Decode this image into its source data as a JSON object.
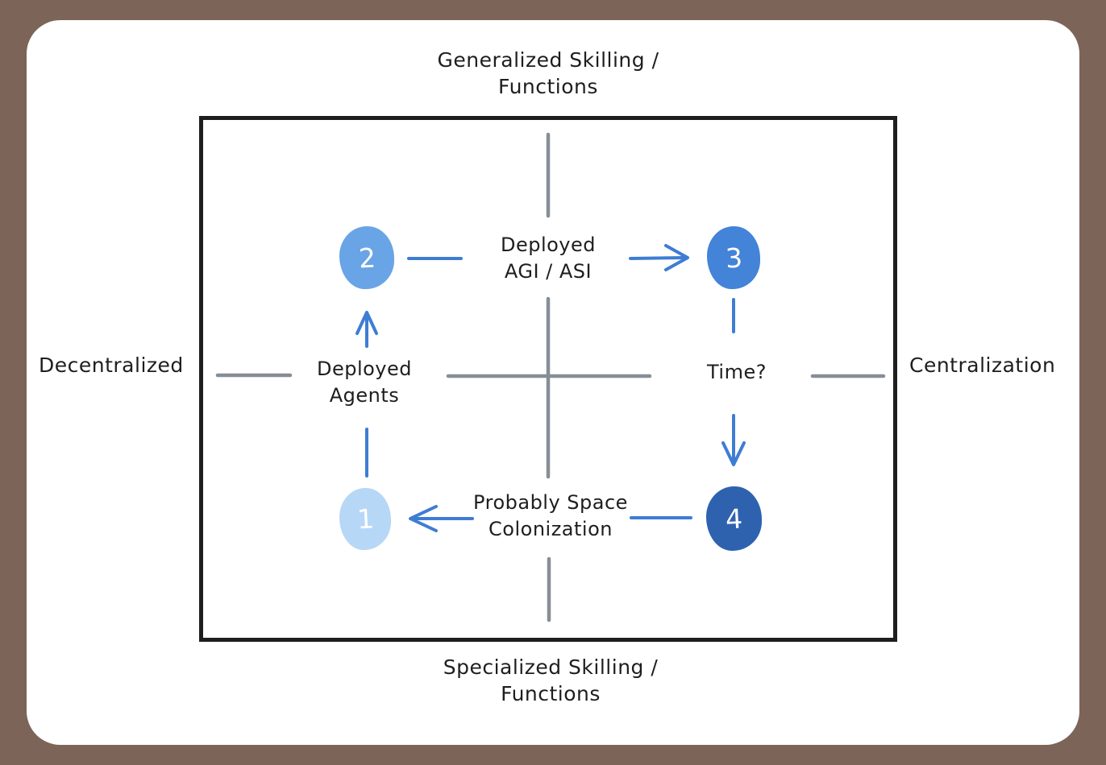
{
  "diagram": {
    "outer_axis_labels": {
      "top": {
        "line1": "Generalized Skilling /",
        "line2": "Functions"
      },
      "bottom": {
        "line1": "Specialized Skilling /",
        "line2": "Functions"
      },
      "left": "Decentralized",
      "right": "Centralization"
    },
    "nodes": [
      {
        "number": "1",
        "color": "#b7d7f7",
        "position": "bottom-left"
      },
      {
        "number": "2",
        "color": "#69a4e6",
        "position": "top-left"
      },
      {
        "number": "3",
        "color": "#4383d8",
        "position": "top-right"
      },
      {
        "number": "4",
        "color": "#2e62af",
        "position": "bottom-right"
      }
    ],
    "edge_labels": {
      "top": {
        "line1": "Deployed",
        "line2": "AGI / ASI"
      },
      "left": {
        "line1": "Deployed",
        "line2": "Agents"
      },
      "right": "Time?",
      "bottom": {
        "line1": "Probably Space",
        "line2": "Colonization"
      }
    },
    "cycle": "1 -> 2 -> 3 -> 4 -> 1",
    "colors": {
      "frame": "#7d6458",
      "panel": "#ffffff",
      "box_border": "#1e1e1e",
      "axis_gray": "#868e96",
      "arrow_blue": "#3e7dd3",
      "text": "#1e1e1e",
      "node_text": "#ffffff"
    }
  }
}
